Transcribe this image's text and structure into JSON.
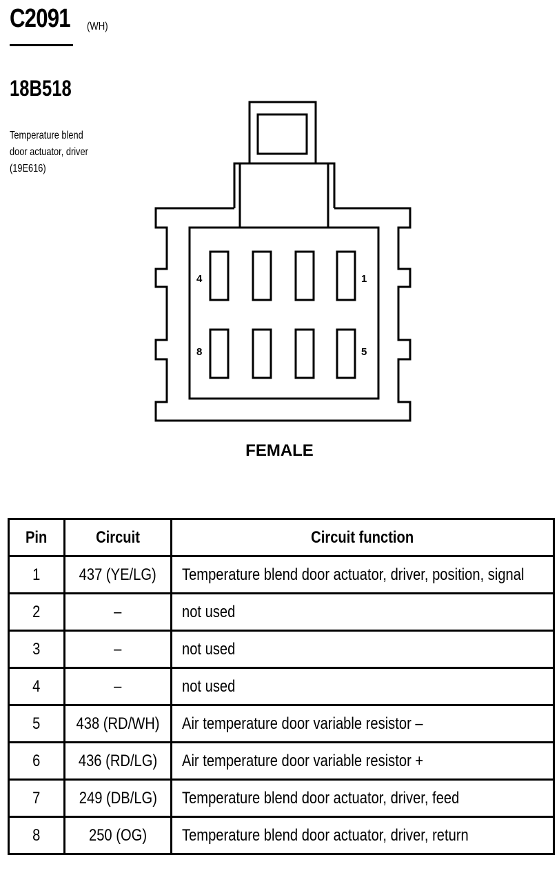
{
  "header": {
    "connector_id": "C2091",
    "connector_color": "(WH)",
    "part_number": "18B518",
    "description_lines": [
      "Temperature blend",
      "door actuator, driver",
      "(19E616)"
    ]
  },
  "diagram": {
    "pin_labels": {
      "top_right": "1",
      "top_left": "4",
      "bottom_right": "5",
      "bottom_left": "8"
    },
    "gender": "FEMALE"
  },
  "table": {
    "headers": [
      "Pin",
      "Circuit",
      "Circuit function"
    ],
    "rows": [
      {
        "pin": "1",
        "circuit": "437 (YE/LG)",
        "function": "Temperature blend door actuator, driver, position, signal"
      },
      {
        "pin": "2",
        "circuit": "–",
        "function": "not used"
      },
      {
        "pin": "3",
        "circuit": "–",
        "function": "not used"
      },
      {
        "pin": "4",
        "circuit": "–",
        "function": "not used"
      },
      {
        "pin": "5",
        "circuit": "438 (RD/WH)",
        "function": "Air temperature door variable resistor –"
      },
      {
        "pin": "6",
        "circuit": "436 (RD/LG)",
        "function": "Air temperature door variable resistor +"
      },
      {
        "pin": "7",
        "circuit": "249 (DB/LG)",
        "function": "Temperature blend door actuator, driver, feed"
      },
      {
        "pin": "8",
        "circuit": "250 (OG)",
        "function": "Temperature blend door actuator, driver, return"
      }
    ]
  }
}
